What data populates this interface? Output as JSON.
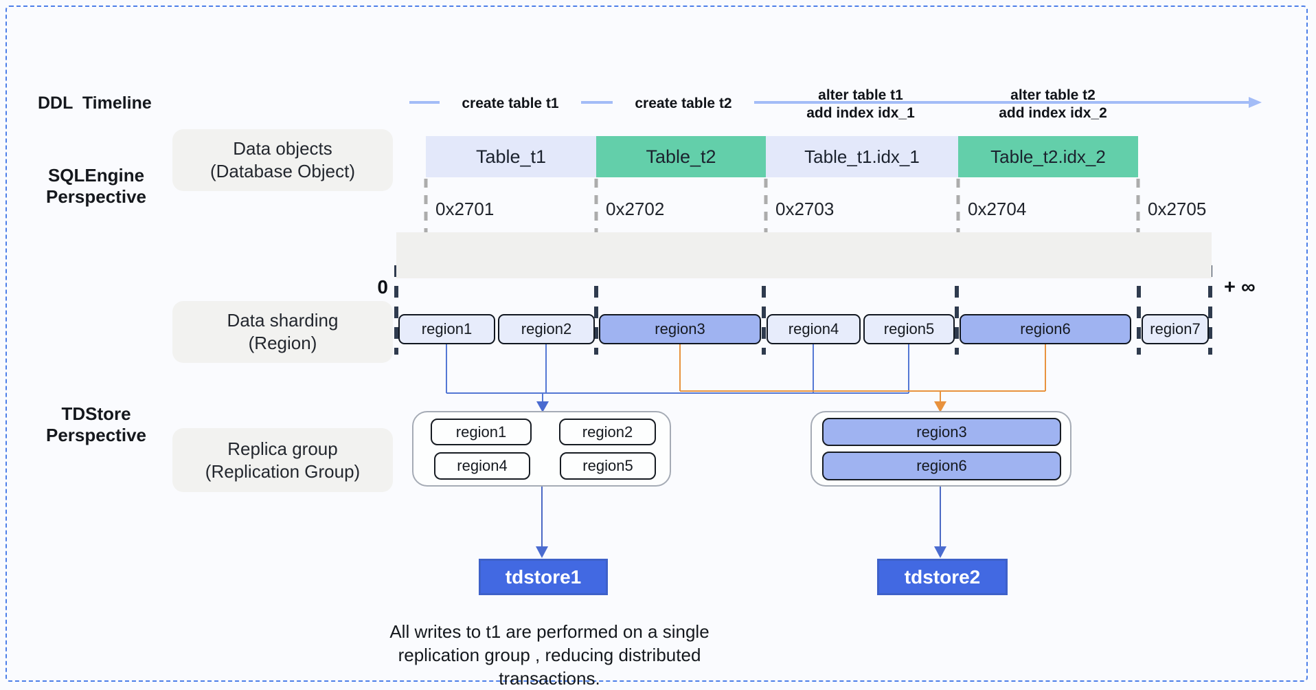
{
  "title": "DDL  Timeline",
  "perspectives": {
    "sql": {
      "line1": "SQLEngine",
      "line2": "Perspective"
    },
    "td": {
      "line1": "TDStore",
      "line2": "Perspective"
    }
  },
  "row_labels": {
    "data_objects": {
      "line1": "Data objects",
      "line2": "(Database Object)"
    },
    "data_sharding": {
      "line1": "Data sharding",
      "line2": "(Region)"
    },
    "replica_group": {
      "line1": "Replica group",
      "line2": "(Replication Group)"
    }
  },
  "timeline": {
    "labels": [
      {
        "line1": "create table t1",
        "line2": ""
      },
      {
        "line1": "create table t2",
        "line2": ""
      },
      {
        "line1": "alter table t1",
        "line2": "add index idx_1"
      },
      {
        "line1": "alter table t2",
        "line2": "add index idx_2"
      }
    ]
  },
  "data_objects": [
    {
      "label": "Table_t1"
    },
    {
      "label": "Table_t2"
    },
    {
      "label": "Table_t1.idx_1"
    },
    {
      "label": "Table_t2.idx_2"
    }
  ],
  "hex_marks": [
    "0x2701",
    "0x2702",
    "0x2703",
    "0x2704",
    "0x2705"
  ],
  "axis": {
    "start": "0",
    "end": "+ ∞"
  },
  "regions": [
    {
      "label": "region1"
    },
    {
      "label": "region2"
    },
    {
      "label": "region3"
    },
    {
      "label": "region4"
    },
    {
      "label": "region5"
    },
    {
      "label": "region6"
    },
    {
      "label": "region7"
    }
  ],
  "replica_groups": {
    "left": {
      "members": [
        "region1",
        "region2",
        "region4",
        "region5"
      ]
    },
    "right": {
      "members": [
        "region3",
        "region6"
      ]
    }
  },
  "tdstores": [
    {
      "label": "tdstore1"
    },
    {
      "label": "tdstore2"
    }
  ],
  "note": {
    "line1": "All writes to t1 are performed on a single",
    "line2": "replication group , reducing distributed",
    "line3": "transactions."
  },
  "colors": {
    "accent_blue": "#4269E2",
    "object_green": "#63CFAA",
    "object_lavender": "#E3E8FA",
    "region_blue": "#9FB3F1",
    "region_light": "#E7ECFB",
    "connector_blue": "#5377D4",
    "connector_orange": "#E8923D",
    "timeline_arrow": "#A3BCF7",
    "band_gray": "#F0F0EE",
    "tick_dark": "#2F3B4E",
    "border_dashed": "#4C7EE8"
  }
}
